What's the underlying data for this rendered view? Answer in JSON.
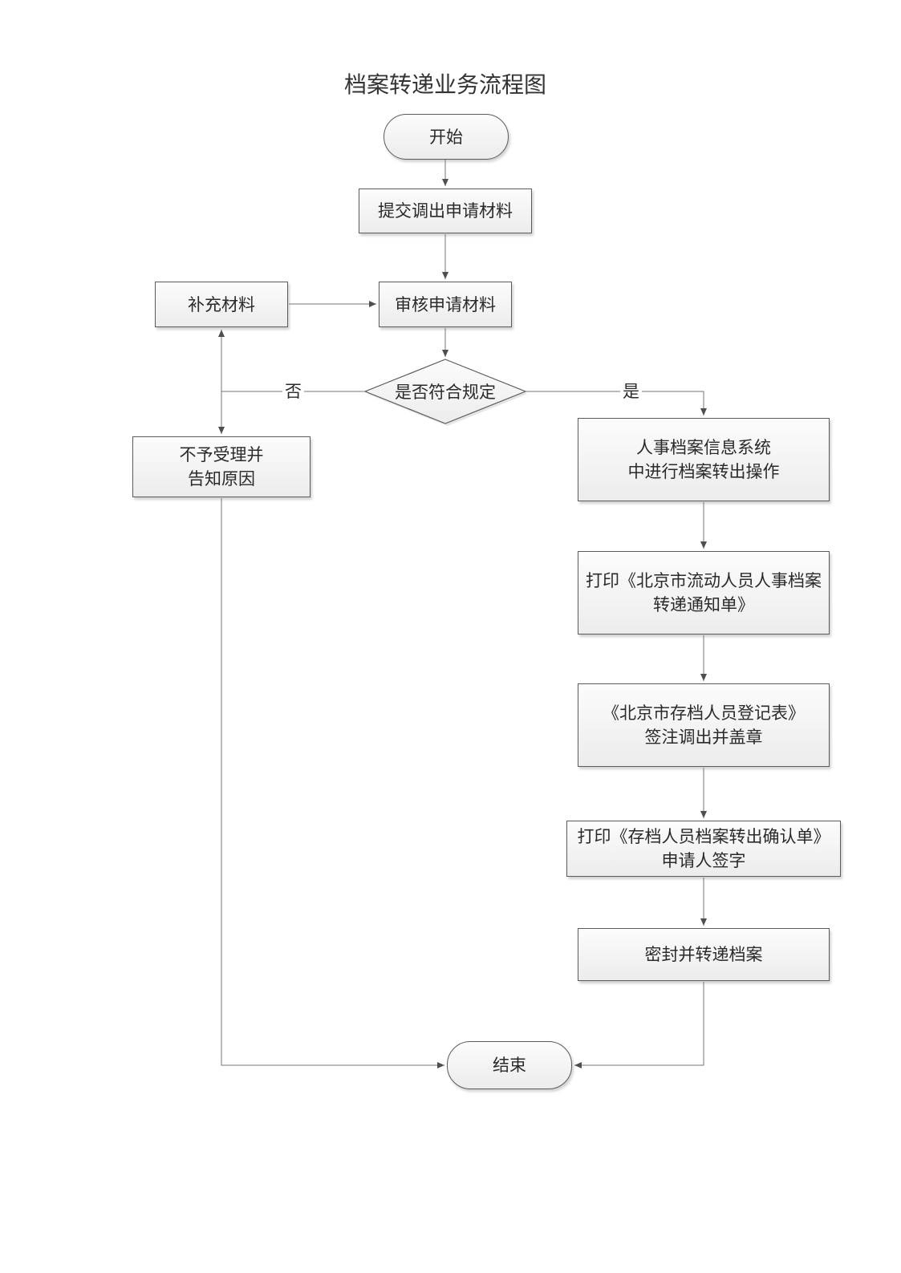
{
  "title": "档案转递业务流程图",
  "nodes": {
    "start": {
      "label": "开始"
    },
    "submit": {
      "label": "提交调出申请材料"
    },
    "supplement": {
      "label": "补充材料"
    },
    "review": {
      "label": "审核申请材料"
    },
    "decision": {
      "label": "是否符合规定"
    },
    "reject": {
      "line1": "不予受理并",
      "line2": "告知原因"
    },
    "system": {
      "line1": "人事档案信息系统",
      "line2": "中进行档案转出操作"
    },
    "print_notice": {
      "line1": "打印《北京市流动人员人事档案",
      "line2": "转递通知单》"
    },
    "registration": {
      "line1": "《北京市存档人员登记表》",
      "line2": "签注调出并盖章"
    },
    "confirm": {
      "line1": "打印《存档人员档案转出确认单》",
      "line2": "申请人签字"
    },
    "seal": {
      "label": "密封并转递档案"
    },
    "end": {
      "label": "结束"
    }
  },
  "edge_labels": {
    "no": "否",
    "yes": "是"
  },
  "colors": {
    "background": "#ffffff",
    "shape_border": "#5b5b5b",
    "shape_fill_top": "#fcfcfc",
    "shape_fill_bottom": "#ececec",
    "line": "#757575",
    "arrowhead": "#4f4f4f",
    "text": "#2a2a2a"
  }
}
